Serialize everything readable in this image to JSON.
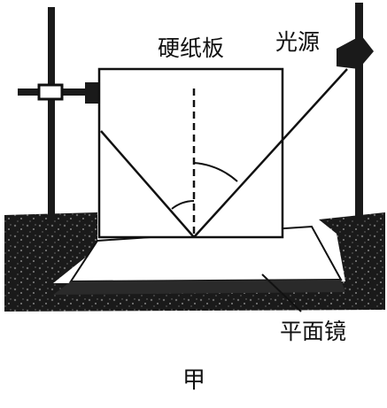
{
  "labels": {
    "cardboard": "硬纸板",
    "light_source": "光源",
    "plane_mirror": "平面镜",
    "figure": "甲"
  },
  "colors": {
    "ink": "#111111",
    "base": "#1c1c1c",
    "paper": "#ffffff"
  }
}
